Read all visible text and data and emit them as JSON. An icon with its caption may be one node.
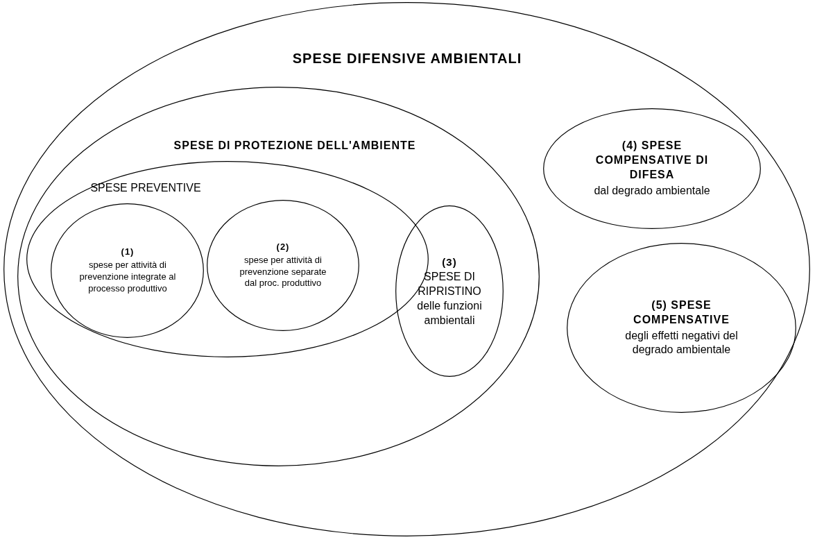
{
  "diagram": {
    "nodes": [
      {
        "text": [
          "SPESE DIFENSIVE AMBIENTALI"
        ]
      },
      {
        "text": [
          "SPESE DI PROTEZIONE DELL'AMBIENTE"
        ],
        "in": 0
      },
      {
        "text": [
          "SPESE PREVENTIVE"
        ],
        "in": 1
      },
      {
        "text": [
          "(1)",
          "spese per attività di prevenzione integrate al processo produttivo"
        ],
        "in": 2
      },
      {
        "text": [
          "(2)",
          "spese per attività di prevenzione separate dal proc. produttivo"
        ],
        "in": 2
      },
      {
        "text": [
          "(3)",
          "SPESE DI RIPRISTINO delle funzioni ambientali"
        ],
        "in": 1
      },
      {
        "text": [
          "(4) SPESE COMPENSATIVE DI DIFESA",
          "dal degrado ambientale"
        ],
        "in": 0
      },
      {
        "text": [
          "(5) SPESE COMPENSATIVE",
          "degli effetti negativi del degrado ambientale"
        ],
        "in": 0
      }
    ]
  }
}
